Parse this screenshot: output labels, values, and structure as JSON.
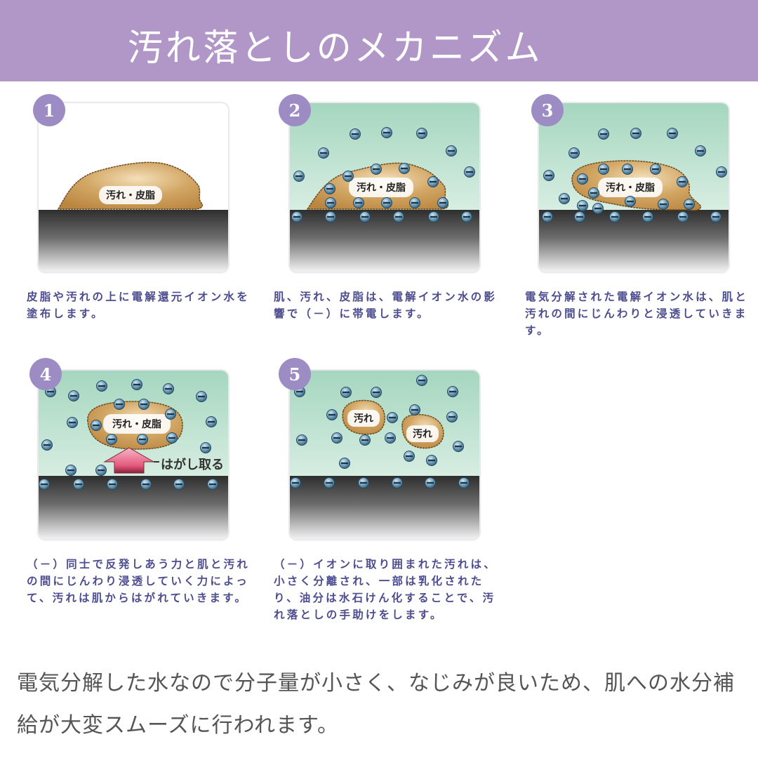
{
  "header": {
    "title": "汚れ落としのメカニズム",
    "background_color": "#b197c7"
  },
  "steps": [
    {
      "number": "1",
      "blob_label": "汚れ・皮脂",
      "caption": "皮脂や汚れの上に電解還元イオン水を塗布します。"
    },
    {
      "number": "2",
      "blob_label": "汚れ・皮脂",
      "caption": "肌、汚れ、皮脂は、電解イオン水の影響で（－）に帯電します。"
    },
    {
      "number": "3",
      "blob_label": "汚れ・皮脂",
      "caption": "電気分解された電解イオン水は、肌と汚れの間にじんわりと浸透していきます。"
    },
    {
      "number": "4",
      "blob_label": "汚れ・皮脂",
      "arrow_label": "はがし取る",
      "caption": "（－）同士で反発しあう力と肌と汚れの間にじんわり浸透していく力によって、汚れは肌からはがれていきます。"
    },
    {
      "number": "5",
      "blob_labels": [
        "汚れ",
        "汚れ"
      ],
      "caption": "（－）イオンに取り囲まれた汚れは、小さく分離され、一部は乳化されたり、油分は水石けん化することで、汚れ落としの手助けをします。"
    }
  ],
  "footer": {
    "text": "電気分解した水なので分子量が小さく、なじみが良いため、肌への水分補給が大変スムーズに行われます。"
  },
  "colors": {
    "badge": "#9d8cc4",
    "caption_text": "#4d4c8f",
    "water_top": "#a9d8c0",
    "skin_dark": "#3a3a3a",
    "dirt": "#c99a55",
    "ion": "#4a7a99",
    "arrow": "#e0607f"
  }
}
